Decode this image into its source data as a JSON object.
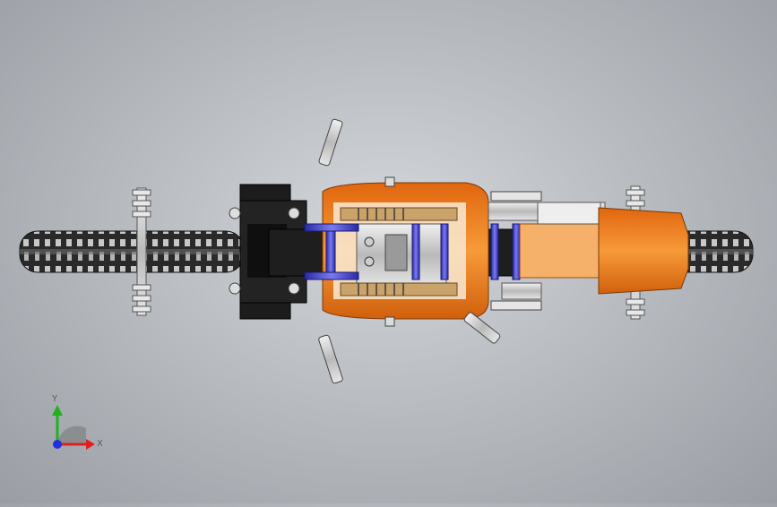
{
  "viewport": {
    "background_top": "#d3d6da",
    "background_bottom": "#9a9ea4"
  },
  "model": {
    "subject": "lego-technic-motorcycle-top-view",
    "colors": {
      "frame_black": "#1b1b1b",
      "body_orange": "#f07a1a",
      "body_orange_dark": "#c85a08",
      "pins_blue": "#4a4ad8",
      "parts_silver": "#d8d8d8",
      "parts_beige": "#f3c98a"
    }
  },
  "triad": {
    "x_label": "X",
    "y_label": "Y",
    "x_color": "#e02020",
    "y_color": "#20b020",
    "z_color": "#2030e0"
  }
}
